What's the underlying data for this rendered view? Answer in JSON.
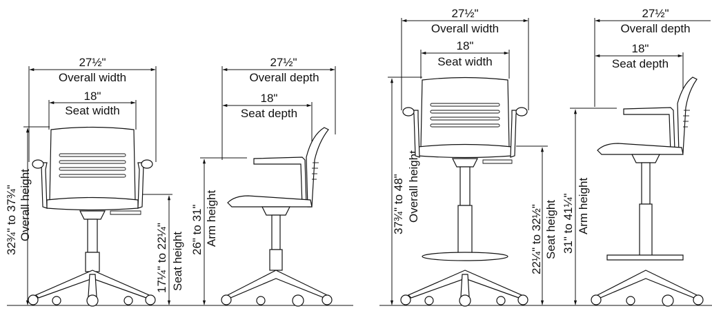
{
  "diagrams": [
    {
      "id": "desk-front",
      "overall_width": "27½\"",
      "overall_width_label": "Overall width",
      "seat_width": "18\"",
      "seat_width_label": "Seat width",
      "overall_height": "32¾\" to 37¾\"",
      "overall_height_label": "Overall height",
      "seat_height": "17¼\" to 22¼\"",
      "seat_height_label": "Seat height"
    },
    {
      "id": "desk-side",
      "overall_depth": "27½\"",
      "overall_depth_label": "Overall depth",
      "seat_depth": "18\"",
      "seat_depth_label": "Seat depth",
      "arm_height": "26\" to 31\"",
      "arm_height_label": "Arm height"
    },
    {
      "id": "stool-front",
      "overall_width": "27½\"",
      "overall_width_label": "Overall width",
      "seat_width": "18\"",
      "seat_width_label": "Seat width",
      "overall_height": "37¾\" to 48\"",
      "overall_height_label": "Overall height",
      "seat_height": "22¼\" to 32½\"",
      "seat_height_label": "Seat height"
    },
    {
      "id": "stool-side",
      "overall_depth": "27½\"",
      "overall_depth_label": "Overall depth",
      "seat_depth": "18\"",
      "seat_depth_label": "Seat depth",
      "arm_height": "31\" to 41¼\"",
      "arm_height_label": "Arm height"
    }
  ]
}
